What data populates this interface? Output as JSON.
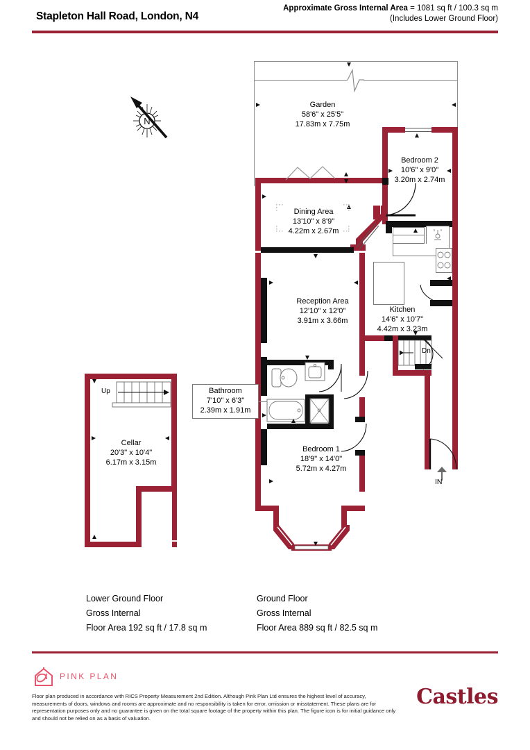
{
  "header": {
    "title": "Stapleton Hall Road, London, N4",
    "area_label": "Approximate Gross Internal Area",
    "area_value": " = 1081 sq ft / 100.3 sq m",
    "area_note": "(Includes Lower Ground Floor)"
  },
  "compass": {
    "north_letter": "N"
  },
  "rooms": {
    "garden": {
      "name": "Garden",
      "imperial": "58'6\" x 25'5\"",
      "metric": "17.83m x 7.75m"
    },
    "bedroom2": {
      "name": "Bedroom 2",
      "imperial": "10'6\" x 9'0\"",
      "metric": "3.20m x 2.74m"
    },
    "dining": {
      "name": "Dining Area",
      "imperial": "13'10\" x 8'9\"",
      "metric": "4.22m x 2.67m"
    },
    "reception": {
      "name": "Reception Area",
      "imperial": "12'10\" x 12'0\"",
      "metric": "3.91m x 3.66m"
    },
    "kitchen": {
      "name": "Kitchen",
      "imperial": "14'6\" x 10'7\"",
      "metric": "4.42m x 3.23m"
    },
    "bathroom": {
      "name": "Bathroom",
      "imperial": "7'10\" x 6'3\"",
      "metric": "2.39m x 1.91m"
    },
    "bedroom1": {
      "name": "Bedroom 1",
      "imperial": "18'9\" x 14'0\"",
      "metric": "5.72m x 4.27m"
    },
    "cellar": {
      "name": "Cellar",
      "imperial": "20'3\" x 10'4\"",
      "metric": "6.17m x 3.15m"
    }
  },
  "annotations": {
    "stairs_up": "Up",
    "stairs_down": "Dn",
    "entrance": "IN"
  },
  "floors": {
    "lower": {
      "line1": "Lower Ground Floor",
      "line2": "Gross Internal",
      "line3": "Floor Area 192 sq ft / 17.8 sq m"
    },
    "ground": {
      "line1": "Ground Floor",
      "line2": "Gross Internal",
      "line3": "Floor Area 889 sq ft / 82.5 sq m"
    }
  },
  "footer": {
    "brand": "PINK PLAN",
    "agency": "Castles",
    "disclaimer": "Floor plan produced in accordance with RICS Property Measurement 2nd Edition. Although Pink Plan Ltd ensures the highest level of accuracy, measurements of doors, windows and rooms are approximate and no responsibility is taken for error, omission or misstatement. These plans are for representation purposes only and no guarantee is given on the total square footage of the property within this plan. The figure icon is for initial guidance only and should not be relied on as a basis of valuation."
  },
  "colors": {
    "exterior_wall": "#9B2235",
    "interior_wall": "#111111",
    "brand_pink": "#E8546B",
    "agency_red": "#8E1B2E"
  }
}
